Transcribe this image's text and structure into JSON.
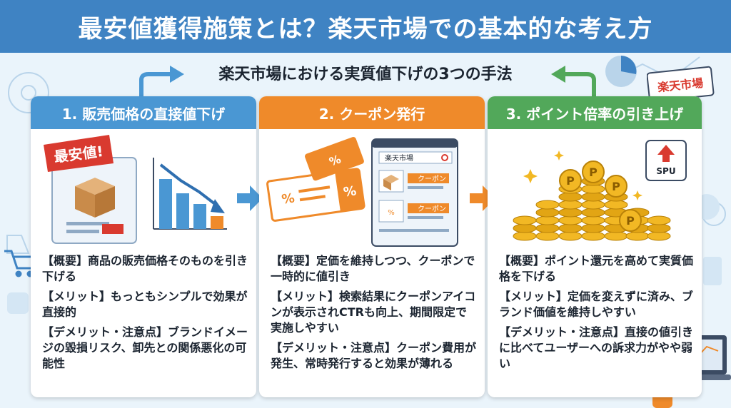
{
  "title": "最安値獲得施策とは？楽天市場での基本的な考え方",
  "subtitle": "楽天市場における実質値下げの3つの手法",
  "rakuten_sign": "楽天市場",
  "cards": [
    {
      "header": "1. 販売価格の直接値下げ",
      "badge": "最安値!",
      "overview": "【概要】商品の販売価格そのものを引き下げる",
      "merit": "【メリット】もっともシンプルで効果が直接的",
      "demerit": "【デメリット・注意点】ブランドイメージの毀損リスク、卸先との関係悪化の可能性"
    },
    {
      "header": "2. クーポン発行",
      "search_box": "楽天市場",
      "coupon_label": "クーポン",
      "overview": "【概要】定価を維持しつつ、クーポンで一時的に値引き",
      "merit": "【メリット】検索結果にクーポンアイコンが表示されCTRも向上、期間限定で実施しやすい",
      "demerit": "【デメリット・注意点】クーポン費用が発生、常時発行すると効果が薄れる"
    },
    {
      "header": "3. ポイント倍率の引き上げ",
      "spu": "SPU",
      "coin_letter": "P",
      "overview": "【概要】ポイント還元を高めて実質価格を下げる",
      "merit": "【メリット】定価を変えずに済み、ブランド価値を維持しやすい",
      "demerit": "【デメリット・注意点】直接の値引きに比べてユーザーへの訴求力がやや弱い"
    }
  ],
  "colors": {
    "banner": "#3f83c3",
    "card1": "#4a97d3",
    "card2": "#ef8a2a",
    "card3": "#52a85a",
    "badge_red": "#d93a2f",
    "coin_gold": "#f2b824"
  }
}
